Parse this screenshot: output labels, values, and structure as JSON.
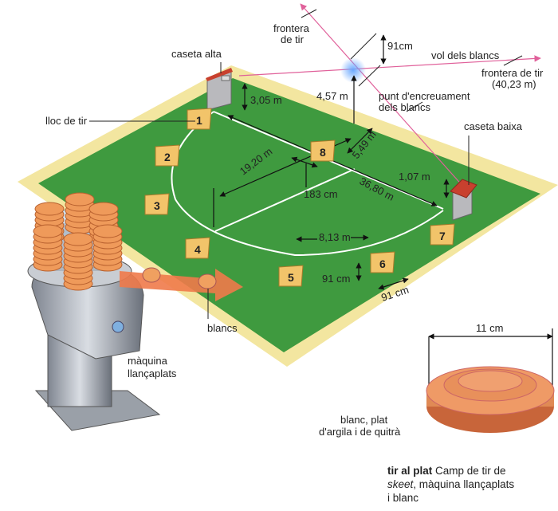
{
  "labels": {
    "frontera_de_tir_top": [
      "frontera",
      "de tir"
    ],
    "height_91cm": "91cm",
    "caseta_alta": "caseta alta",
    "vol_dels_blancs": "vol dels blancs",
    "frontera_de_tir_right": [
      "frontera de tir",
      "(40,23 m)"
    ],
    "dist_4_57": "4,57 m",
    "punt_encreuament": [
      "punt d'encreuament",
      "dels blancs"
    ],
    "dist_3_05": "3,05 m",
    "lloc_de_tir": "lloc de tir",
    "caseta_baixa": "caseta baixa",
    "dist_5_49": "5,49 m",
    "dist_19_20": "19,20 m",
    "dist_1_07": "1,07 m",
    "dist_183cm": "183 cm",
    "dist_36_80": "36,80 m",
    "dist_8_13": "8,13 m",
    "dist_91cm_a": "91 cm",
    "dist_91cm_b": "91 cm",
    "blancs": "blancs",
    "maquina": [
      "màquina",
      "llançaplats"
    ],
    "disc_width": "11 cm",
    "disc_desc": [
      "blanc, plat",
      "d'argila i de quitrà"
    ]
  },
  "stations": [
    "1",
    "2",
    "3",
    "4",
    "5",
    "6",
    "7",
    "8"
  ],
  "caption": {
    "title": "tir al plat",
    "text1": " Camp de tir de",
    "italic": "skeet",
    "text2": ", màquina llançaplats",
    "text3": "i blanc"
  },
  "colors": {
    "field": "#3f9a3f",
    "border": "#f3e6a0",
    "flight_line": "#e0609a",
    "disc": "#e08a55"
  }
}
